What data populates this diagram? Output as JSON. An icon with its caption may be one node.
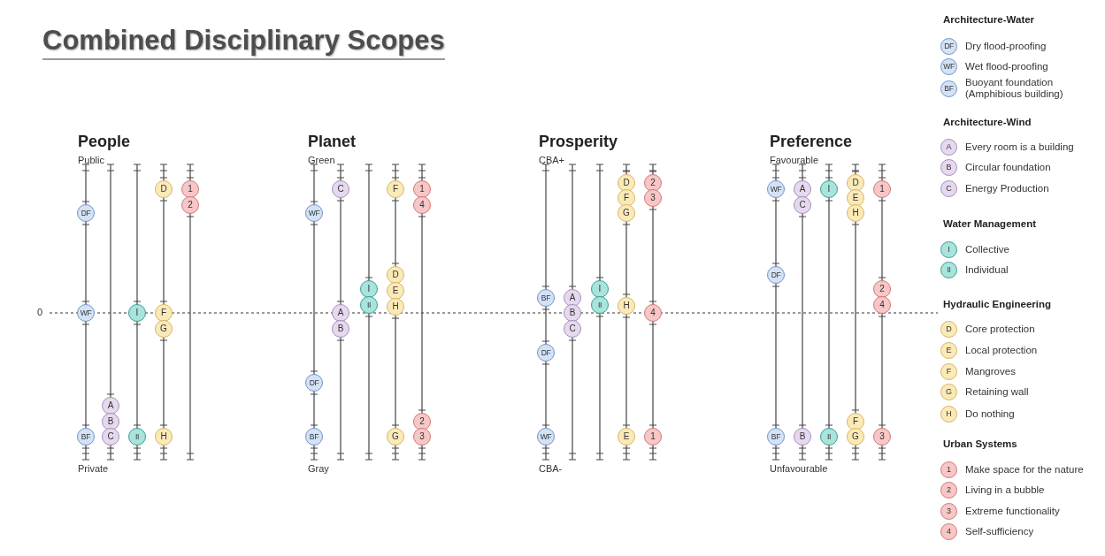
{
  "diagram": {
    "title": "Combined Disciplinary Scopes",
    "nodes": [
      {
        "text": [
          "DF"
        ]
      },
      {
        "text": [
          "WF"
        ]
      },
      {
        "text": [
          "BF"
        ]
      },
      {
        "text": [
          "A"
        ]
      },
      {
        "text": [
          "B"
        ]
      },
      {
        "text": [
          "C"
        ]
      },
      {
        "text": [
          "I"
        ]
      },
      {
        "text": [
          "II"
        ]
      },
      {
        "text": [
          "D"
        ]
      },
      {
        "text": [
          "F"
        ]
      },
      {
        "text": [
          "G"
        ]
      },
      {
        "text": [
          "H"
        ]
      },
      {
        "text": [
          "1"
        ]
      },
      {
        "text": [
          "2"
        ]
      },
      {
        "text": [
          "WF"
        ]
      },
      {
        "text": [
          "DF"
        ]
      },
      {
        "text": [
          "BF"
        ]
      },
      {
        "text": [
          "C"
        ]
      },
      {
        "text": [
          "A"
        ]
      },
      {
        "text": [
          "B"
        ]
      },
      {
        "text": [
          "I"
        ]
      },
      {
        "text": [
          "II"
        ]
      },
      {
        "text": [
          "F"
        ]
      },
      {
        "text": [
          "D"
        ]
      },
      {
        "text": [
          "E"
        ]
      },
      {
        "text": [
          "H"
        ]
      },
      {
        "text": [
          "G"
        ]
      },
      {
        "text": [
          "1"
        ]
      },
      {
        "text": [
          "4"
        ]
      },
      {
        "text": [
          "2"
        ]
      },
      {
        "text": [
          "3"
        ]
      },
      {
        "text": [
          "BF"
        ]
      },
      {
        "text": [
          "DF"
        ]
      },
      {
        "text": [
          "WF"
        ]
      },
      {
        "text": [
          "A"
        ]
      },
      {
        "text": [
          "B"
        ]
      },
      {
        "text": [
          "C"
        ]
      },
      {
        "text": [
          "I"
        ]
      },
      {
        "text": [
          "II"
        ]
      },
      {
        "text": [
          "D"
        ]
      },
      {
        "text": [
          "F"
        ]
      },
      {
        "text": [
          "G"
        ]
      },
      {
        "text": [
          "H"
        ]
      },
      {
        "text": [
          "E"
        ]
      },
      {
        "text": [
          "2"
        ]
      },
      {
        "text": [
          "3"
        ]
      },
      {
        "text": [
          "4"
        ]
      },
      {
        "text": [
          "1"
        ]
      },
      {
        "text": [
          "WF"
        ]
      },
      {
        "text": [
          "DF"
        ]
      },
      {
        "text": [
          "BF"
        ]
      },
      {
        "text": [
          "A"
        ]
      },
      {
        "text": [
          "C"
        ]
      },
      {
        "text": [
          "B"
        ]
      },
      {
        "text": [
          "I"
        ]
      },
      {
        "text": [
          "II"
        ]
      },
      {
        "text": [
          "D"
        ]
      },
      {
        "text": [
          "E"
        ]
      },
      {
        "text": [
          "H"
        ]
      },
      {
        "text": [
          "F"
        ]
      },
      {
        "text": [
          "G"
        ]
      },
      {
        "text": [
          "1"
        ]
      },
      {
        "text": [
          "2"
        ]
      },
      {
        "text": [
          "4"
        ]
      },
      {
        "text": [
          "3"
        ]
      },
      {
        "text": [
          "DF"
        ],
        "beside": [
          "Dry flood-proofing"
        ]
      },
      {
        "text": [
          "WF"
        ],
        "beside": [
          "Wet flood-proofing"
        ]
      },
      {
        "text": [
          "BF"
        ],
        "beside": [
          "Buoyant foundation (Amphibious building)"
        ]
      },
      {
        "text": [
          "A"
        ],
        "beside": [
          "Every room is a building"
        ]
      },
      {
        "text": [
          "B"
        ],
        "beside": [
          "Circular foundation"
        ]
      },
      {
        "text": [
          "C"
        ],
        "beside": [
          "Energy Production"
        ]
      },
      {
        "text": [
          "I"
        ],
        "beside": [
          "Collective"
        ]
      },
      {
        "text": [
          "II"
        ],
        "beside": [
          "Individual"
        ]
      },
      {
        "text": [
          "D"
        ],
        "beside": [
          "Core protection"
        ]
      },
      {
        "text": [
          "E"
        ],
        "beside": [
          "Local protection"
        ]
      },
      {
        "text": [
          "F"
        ],
        "beside": [
          "Mangroves"
        ]
      },
      {
        "text": [
          "G"
        ],
        "beside": [
          "Retaining wall"
        ]
      },
      {
        "text": [
          "H"
        ],
        "beside": [
          "Do nothing"
        ]
      },
      {
        "text": [
          "1"
        ],
        "beside": [
          "Make space for the nature"
        ]
      },
      {
        "text": [
          "2"
        ],
        "beside": [
          "Living in a bubble"
        ]
      },
      {
        "text": [
          "3"
        ],
        "beside": [
          "Extreme functionality"
        ]
      },
      {
        "text": [
          "4"
        ],
        "beside": [
          "Self-sufficiency"
        ]
      }
    ],
    "labels": [
      "People",
      "Planet",
      "Prosperity",
      "Preference",
      "Public",
      "Green",
      "CBA+",
      "Favourable",
      "0",
      "Private",
      "Gray",
      "CBA-",
      "Unfavourable",
      "Architecture-Water",
      "Architecture-Wind",
      "Water Management",
      "Hydraulic Engineering",
      "Urban Systems"
    ]
  }
}
